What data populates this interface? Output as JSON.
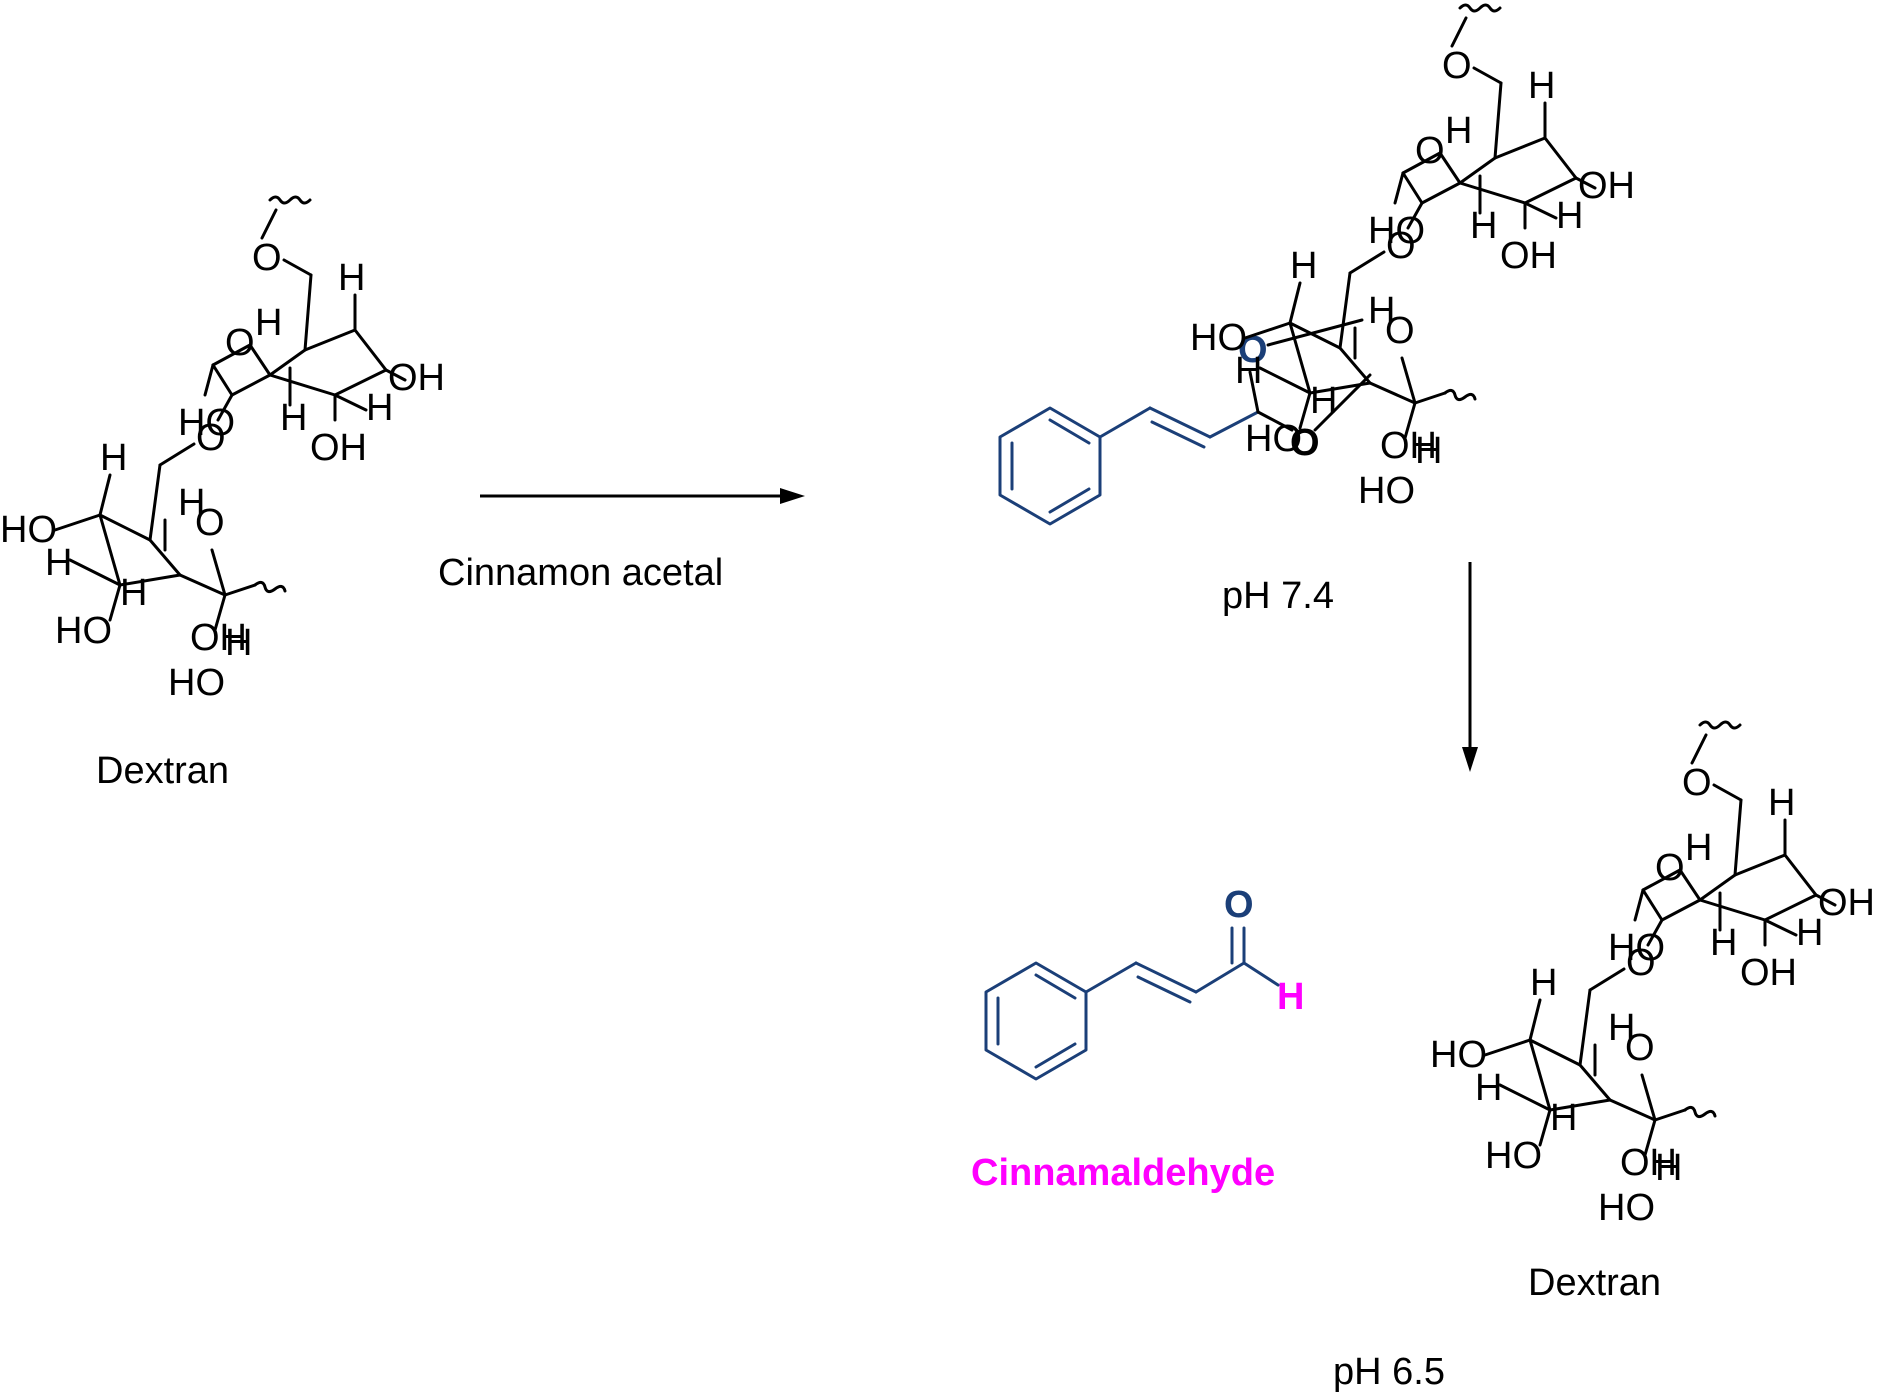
{
  "labels": {
    "dextran_start": "Dextran",
    "reagent": "Cinnamon acetal",
    "ph_acetal": "pH 7.4",
    "product_aldehyde": "Cinnamaldehyde",
    "dextran_end": "Dextran",
    "ph_release": "pH 6.5"
  },
  "atoms": {
    "O": "O",
    "H": "H",
    "OH": "OH",
    "HO": "HO"
  },
  "colors": {
    "bond": "#000000",
    "cinnamyl": "#1b3f78",
    "aldehyde_highlight": "#ff00ff"
  }
}
